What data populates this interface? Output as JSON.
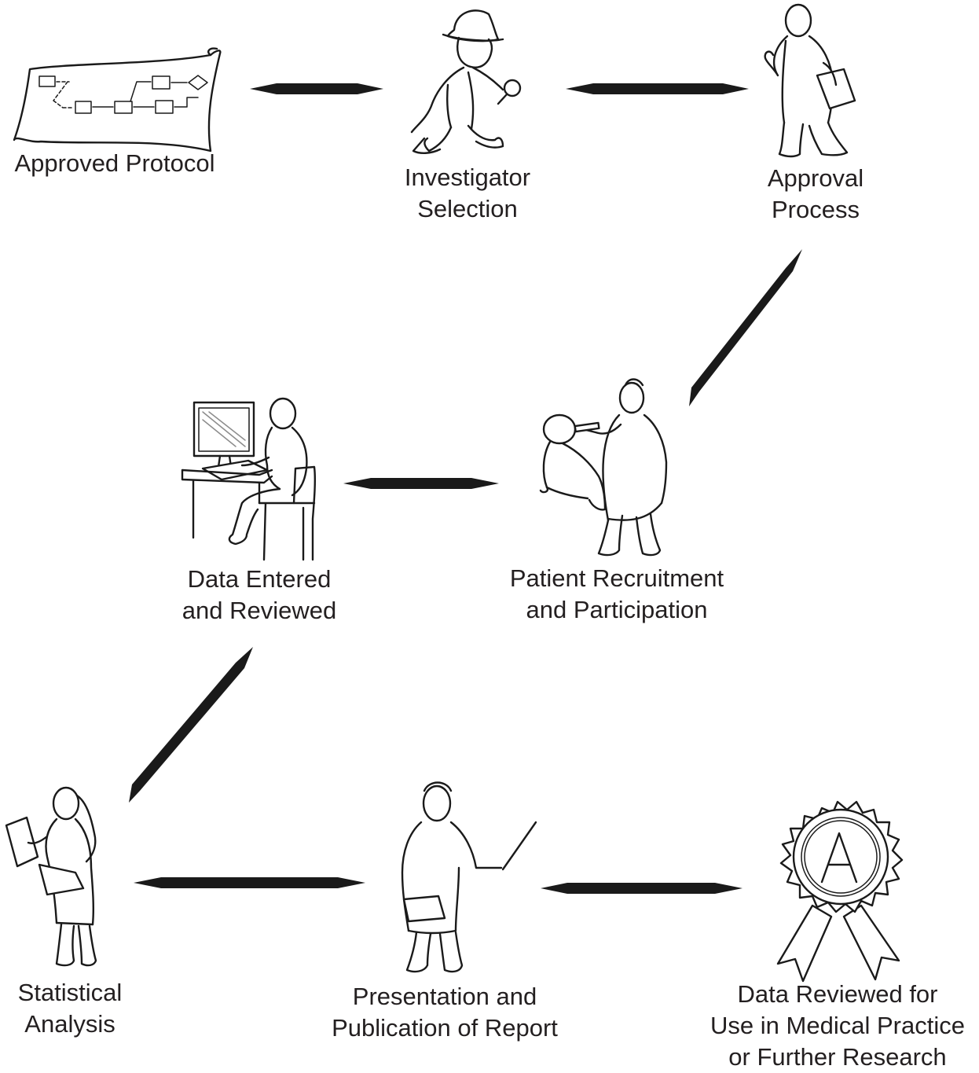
{
  "steps": [
    {
      "id": "approved-protocol",
      "icon": "protocol-map-icon",
      "lines": [
        "Approved Protocol"
      ]
    },
    {
      "id": "investigator-selection",
      "icon": "detective-icon",
      "lines": [
        "Investigator",
        "Selection"
      ]
    },
    {
      "id": "approval-process",
      "icon": "thumbs-up-person-icon",
      "lines": [
        "Approval",
        "Process"
      ]
    },
    {
      "id": "patient-recruitment",
      "icon": "doctor-examining-child-icon",
      "lines": [
        "Patient Recruitment",
        "and Participation"
      ]
    },
    {
      "id": "data-entered",
      "icon": "person-at-computer-icon",
      "lines": [
        "Data Entered",
        "and Reviewed"
      ]
    },
    {
      "id": "statistical-analysis",
      "icon": "analyst-with-clipboard-icon",
      "lines": [
        "Statistical",
        "Analysis"
      ]
    },
    {
      "id": "presentation",
      "icon": "presenter-with-pointer-icon",
      "lines": [
        "Presentation and",
        "Publication of Report"
      ]
    },
    {
      "id": "data-reviewed",
      "icon": "award-ribbon-icon",
      "lines": [
        "Data Reviewed for",
        "Use in Medical Practice",
        "or Further Research"
      ]
    }
  ],
  "connectors": [
    {
      "from": "approved-protocol",
      "to": "investigator-selection"
    },
    {
      "from": "investigator-selection",
      "to": "approval-process"
    },
    {
      "from": "approval-process",
      "to": "patient-recruitment"
    },
    {
      "from": "patient-recruitment",
      "to": "data-entered"
    },
    {
      "from": "data-entered",
      "to": "statistical-analysis"
    },
    {
      "from": "statistical-analysis",
      "to": "presentation"
    },
    {
      "from": "presentation",
      "to": "data-reviewed"
    }
  ],
  "award_letter": "A",
  "colors": {
    "ink": "#1a1a1a",
    "text": "#231f20",
    "background": "#ffffff"
  }
}
